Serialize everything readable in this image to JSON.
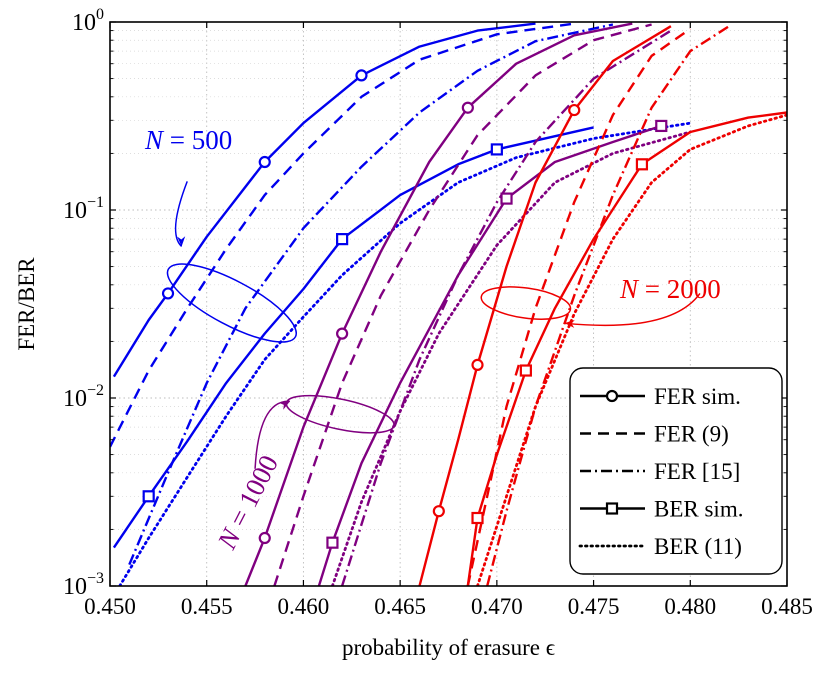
{
  "chart_data": {
    "type": "line",
    "title": "",
    "xlabel": "probability of erasure ϵ",
    "ylabel": "FER/BER",
    "xlim": [
      0.45,
      0.485
    ],
    "ylim": [
      0.001,
      1
    ],
    "yscale": "log",
    "grid": true,
    "legend_position": "bottom-right",
    "x_ticks": [
      "0.450",
      "0.455",
      "0.460",
      "0.465",
      "0.470",
      "0.475",
      "0.480",
      "0.485"
    ],
    "y_ticks": [
      {
        "base": "10",
        "exp": "0"
      },
      {
        "base": "10",
        "exp": "−1"
      },
      {
        "base": "10",
        "exp": "−2"
      },
      {
        "base": "10",
        "exp": "−3"
      }
    ],
    "legend": [
      {
        "label": "FER sim.",
        "style": "solid",
        "marker": "circle"
      },
      {
        "label": "FER (9)",
        "style": "dashed",
        "marker": "none"
      },
      {
        "label": "FER [15]",
        "style": "dashdot",
        "marker": "none"
      },
      {
        "label": "BER sim.",
        "style": "solid",
        "marker": "square"
      },
      {
        "label": "BER (11)",
        "style": "dotted",
        "marker": "none"
      }
    ],
    "colors": {
      "N500": "#0000ee",
      "N1000": "#800080",
      "N2000": "#ee0000"
    },
    "annotations": [
      {
        "text_var": "N",
        "text_rest": " = 500",
        "color": "#0000ee"
      },
      {
        "text_var": "N",
        "text_rest": " = 1000",
        "color": "#800080"
      },
      {
        "text_var": "N",
        "text_rest": " = 2000",
        "color": "#ee0000"
      }
    ],
    "series": [
      {
        "group": "N500",
        "kind": "FER sim.",
        "style": "solid",
        "marker": "circle",
        "markers_at": [
          0.453,
          0.458,
          0.463
        ],
        "x": [
          0.4502,
          0.452,
          0.453,
          0.455,
          0.458,
          0.46,
          0.463,
          0.466,
          0.469,
          0.472
        ],
        "y": [
          0.013,
          0.026,
          0.036,
          0.072,
          0.18,
          0.29,
          0.52,
          0.74,
          0.9,
          0.98
        ]
      },
      {
        "group": "N500",
        "kind": "FER (9)",
        "style": "dashed",
        "marker": "none",
        "x": [
          0.45,
          0.452,
          0.454,
          0.456,
          0.458,
          0.46,
          0.463,
          0.466,
          0.47,
          0.474
        ],
        "y": [
          0.0055,
          0.014,
          0.03,
          0.062,
          0.12,
          0.2,
          0.4,
          0.63,
          0.86,
          0.98
        ]
      },
      {
        "group": "N500",
        "kind": "FER [15]",
        "style": "dashdot",
        "marker": "none",
        "x": [
          0.451,
          0.453,
          0.455,
          0.457,
          0.46,
          0.463,
          0.466,
          0.469,
          0.472,
          0.476
        ],
        "y": [
          0.0013,
          0.004,
          0.012,
          0.03,
          0.08,
          0.17,
          0.33,
          0.55,
          0.79,
          0.97
        ]
      },
      {
        "group": "N500",
        "kind": "BER sim.",
        "style": "solid",
        "marker": "square",
        "markers_at": [
          0.452,
          0.462,
          0.47
        ],
        "x": [
          0.4502,
          0.452,
          0.454,
          0.456,
          0.458,
          0.46,
          0.462,
          0.465,
          0.468,
          0.47,
          0.475
        ],
        "y": [
          0.0016,
          0.003,
          0.0059,
          0.012,
          0.022,
          0.038,
          0.07,
          0.12,
          0.175,
          0.21,
          0.275
        ]
      },
      {
        "group": "N500",
        "kind": "BER (11)",
        "style": "dotted",
        "marker": "none",
        "x": [
          0.4505,
          0.452,
          0.454,
          0.456,
          0.458,
          0.46,
          0.462,
          0.465,
          0.468,
          0.471,
          0.475,
          0.48
        ],
        "y": [
          0.001,
          0.0018,
          0.0038,
          0.008,
          0.016,
          0.027,
          0.045,
          0.085,
          0.14,
          0.19,
          0.24,
          0.29
        ]
      },
      {
        "group": "N1000",
        "kind": "FER sim.",
        "style": "solid",
        "marker": "circle",
        "markers_at": [
          0.458,
          0.462,
          0.4685
        ],
        "x": [
          0.457,
          0.458,
          0.46,
          0.462,
          0.464,
          0.4665,
          0.4685,
          0.471,
          0.474,
          0.477
        ],
        "y": [
          0.001,
          0.0018,
          0.007,
          0.022,
          0.06,
          0.18,
          0.35,
          0.6,
          0.85,
          0.98
        ]
      },
      {
        "group": "N1000",
        "kind": "FER (9)",
        "style": "dashed",
        "marker": "none",
        "x": [
          0.4585,
          0.46,
          0.462,
          0.464,
          0.4665,
          0.469,
          0.472,
          0.475,
          0.478
        ],
        "y": [
          0.001,
          0.003,
          0.012,
          0.035,
          0.1,
          0.25,
          0.52,
          0.8,
          0.97
        ]
      },
      {
        "group": "N1000",
        "kind": "FER [15]",
        "style": "dashdot",
        "marker": "none",
        "x": [
          0.462,
          0.464,
          0.466,
          0.468,
          0.47,
          0.472,
          0.475,
          0.479
        ],
        "y": [
          0.001,
          0.0045,
          0.016,
          0.045,
          0.11,
          0.23,
          0.5,
          0.9
        ]
      },
      {
        "group": "N1000",
        "kind": "BER sim.",
        "style": "solid",
        "marker": "square",
        "markers_at": [
          0.4615,
          0.4705,
          0.4785
        ],
        "x": [
          0.4608,
          0.4615,
          0.463,
          0.465,
          0.468,
          0.4705,
          0.473,
          0.476,
          0.4785
        ],
        "y": [
          0.001,
          0.0017,
          0.0045,
          0.012,
          0.045,
          0.115,
          0.18,
          0.23,
          0.28
        ]
      },
      {
        "group": "N1000",
        "kind": "BER (11)",
        "style": "dotted",
        "marker": "none",
        "x": [
          0.4615,
          0.463,
          0.465,
          0.467,
          0.47,
          0.473,
          0.476,
          0.48
        ],
        "y": [
          0.001,
          0.0028,
          0.0085,
          0.022,
          0.065,
          0.14,
          0.2,
          0.26
        ]
      },
      {
        "group": "N2000",
        "kind": "FER sim.",
        "style": "solid",
        "marker": "circle",
        "markers_at": [
          0.467,
          0.469,
          0.474
        ],
        "x": [
          0.466,
          0.467,
          0.468,
          0.469,
          0.4705,
          0.472,
          0.474,
          0.476,
          0.479
        ],
        "y": [
          0.001,
          0.0025,
          0.006,
          0.015,
          0.05,
          0.14,
          0.34,
          0.62,
          0.95
        ]
      },
      {
        "group": "N2000",
        "kind": "FER (9)",
        "style": "dashed",
        "marker": "none",
        "x": [
          0.4685,
          0.4695,
          0.4705,
          0.472,
          0.474,
          0.476,
          0.478,
          0.48
        ],
        "y": [
          0.001,
          0.003,
          0.009,
          0.03,
          0.11,
          0.32,
          0.66,
          0.92
        ]
      },
      {
        "group": "N2000",
        "kind": "FER [15]",
        "style": "dashdot",
        "marker": "none",
        "x": [
          0.4695,
          0.4705,
          0.472,
          0.474,
          0.476,
          0.478,
          0.48,
          0.482
        ],
        "y": [
          0.001,
          0.0025,
          0.009,
          0.035,
          0.12,
          0.35,
          0.7,
          0.95
        ]
      },
      {
        "group": "N2000",
        "kind": "BER sim.",
        "style": "solid",
        "marker": "square",
        "markers_at": [
          0.469,
          0.4715,
          0.4775
        ],
        "x": [
          0.4685,
          0.469,
          0.47,
          0.4715,
          0.473,
          0.475,
          0.4775,
          0.48,
          0.483,
          0.485
        ],
        "y": [
          0.001,
          0.0023,
          0.005,
          0.014,
          0.03,
          0.07,
          0.175,
          0.26,
          0.31,
          0.33
        ]
      },
      {
        "group": "N2000",
        "kind": "BER (11)",
        "style": "dotted",
        "marker": "none",
        "x": [
          0.469,
          0.4705,
          0.472,
          0.474,
          0.476,
          0.478,
          0.48,
          0.483,
          0.485
        ],
        "y": [
          0.001,
          0.003,
          0.009,
          0.028,
          0.07,
          0.14,
          0.21,
          0.28,
          0.32
        ]
      }
    ]
  }
}
